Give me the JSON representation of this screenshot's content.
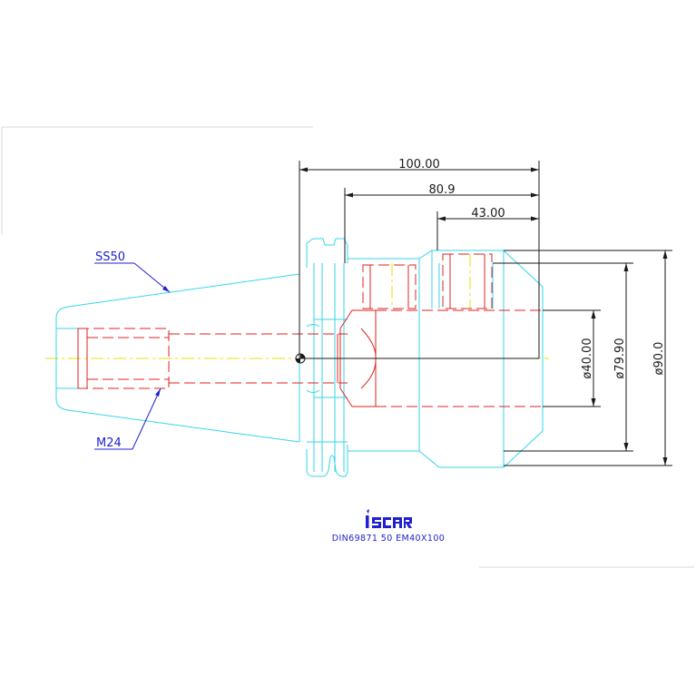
{
  "drawing": {
    "dimensions": {
      "overall_length": "100.00",
      "length_mid": "80.9",
      "length_short": "43.00",
      "bore_diameter": "ø40.00",
      "collar_diameter": "ø79.90",
      "outer_diameter": "ø90.0"
    },
    "callouts": {
      "taper": "SS50",
      "thread": "M24"
    },
    "brand": "iscar",
    "caption": "DIN69871  50  EM40X100"
  },
  "colors": {
    "body_outline": "#36d6e8",
    "hidden_lines": "#e02020",
    "center_lines": "#e8e000",
    "dimension_lines": "#1a1a1a",
    "annotations": "#2020d0"
  }
}
